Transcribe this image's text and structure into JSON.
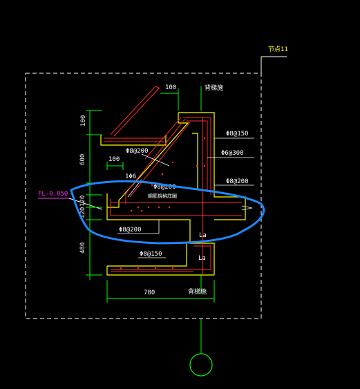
{
  "drawing": {
    "node_label": "节点11",
    "fl_label": "FL-0.050",
    "dims": {
      "top_100": "100",
      "d_100_vertical": "100",
      "d_600": "600",
      "d_100_small": "100",
      "d_120": "120",
      "d_120b": "120",
      "d_480": "480",
      "d_780": "780"
    },
    "rebar": {
      "phi8_150_top": "Φ8@150",
      "phi6_300": "Φ6@300",
      "phi8_200_right": "Φ8@200",
      "phi8_200_stair": "Φ8@200",
      "one_phi6": "1Φ6",
      "phi8_200_mid": "Φ8@200",
      "phi8_200_bottom": "Φ8@200",
      "phi8_150_bottom": "Φ8@150",
      "la_upper": "La",
      "la_lower": "La",
      "stair_note_top": "背梯施",
      "stair_note_bottom": "背梯施",
      "inner_note": "鋼筋規格詳圖"
    },
    "colors": {
      "background": "#000000",
      "outline": "#ffffff",
      "concrete": "#ffff00",
      "rebar": "#ff0000",
      "dimension": "#00ff00",
      "highlight": "#1e88ff",
      "label": "#ff33ff"
    }
  }
}
